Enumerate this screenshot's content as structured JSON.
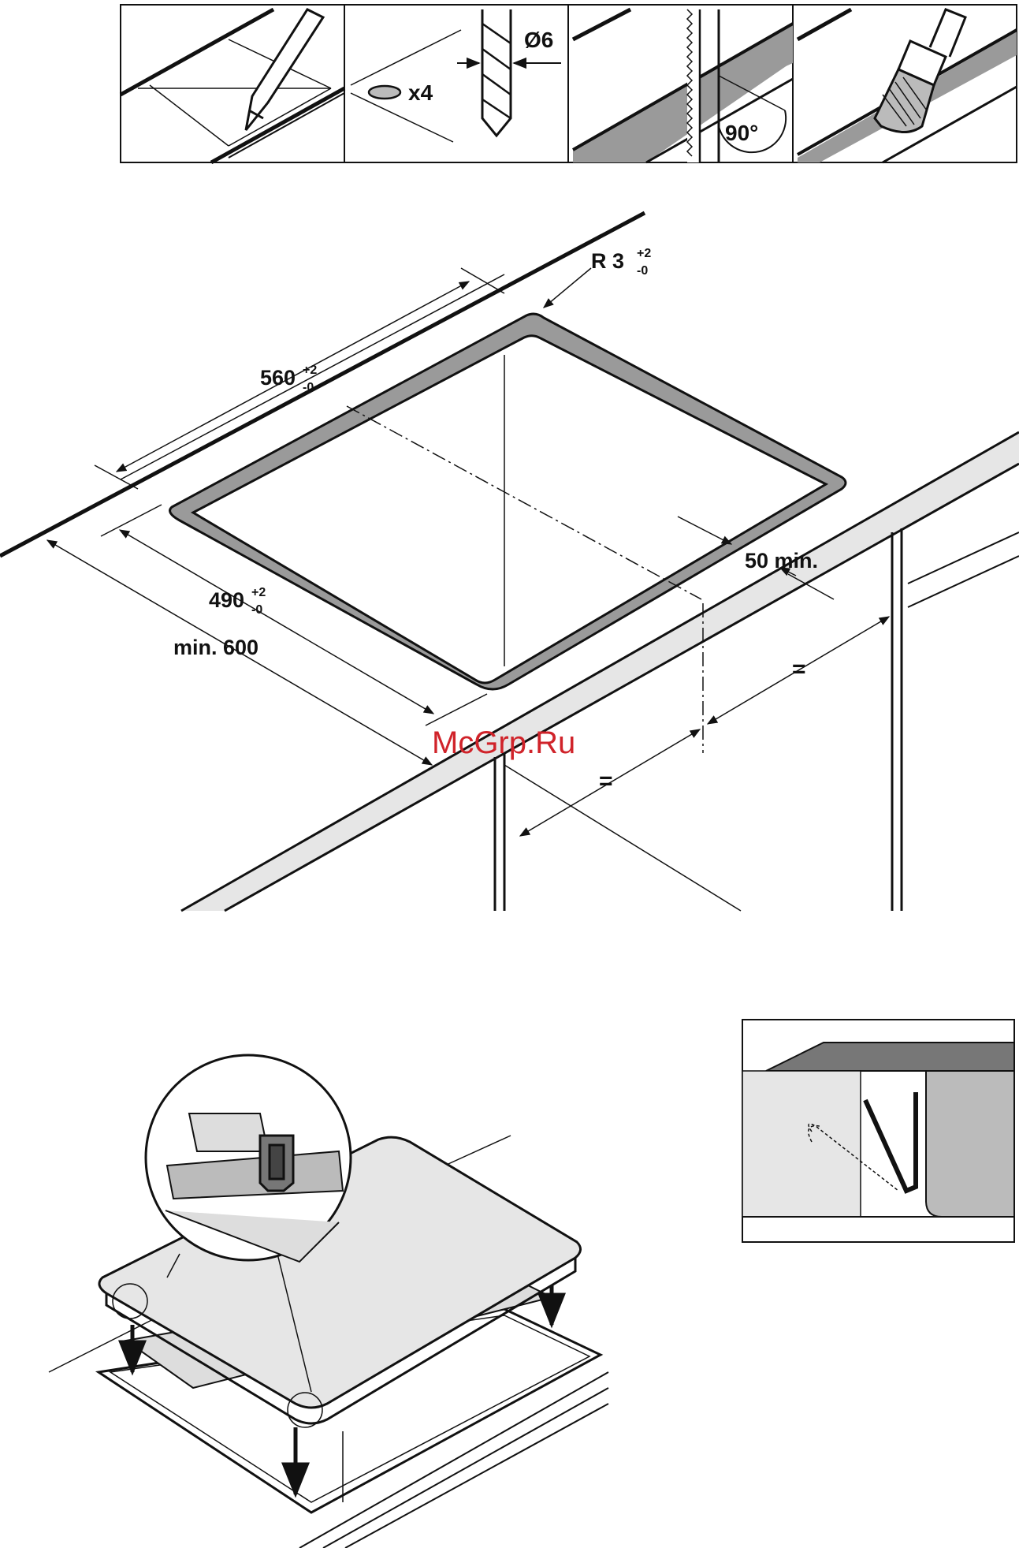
{
  "steps": {
    "drill": {
      "diameter": "Ø6",
      "count": "x4"
    },
    "saw": {
      "angle": "90°"
    }
  },
  "cutout": {
    "radius": {
      "base": "R 3",
      "tol_plus": "+2",
      "tol_minus": "-0"
    },
    "width": {
      "base": "560",
      "tol_plus": "+2",
      "tol_minus": "-0"
    },
    "depth": {
      "base": "490",
      "tol_plus": "+2",
      "tol_minus": "-0"
    },
    "worktop_min": "min. 600",
    "edge_min": "50 min.",
    "equal_left": "=",
    "equal_right": "="
  },
  "watermark": "McGrp.Ru",
  "colors": {
    "line": "#111111",
    "grey": "#9a9a9a",
    "light": "#e6e6e6",
    "watermark": "#d0232a"
  }
}
